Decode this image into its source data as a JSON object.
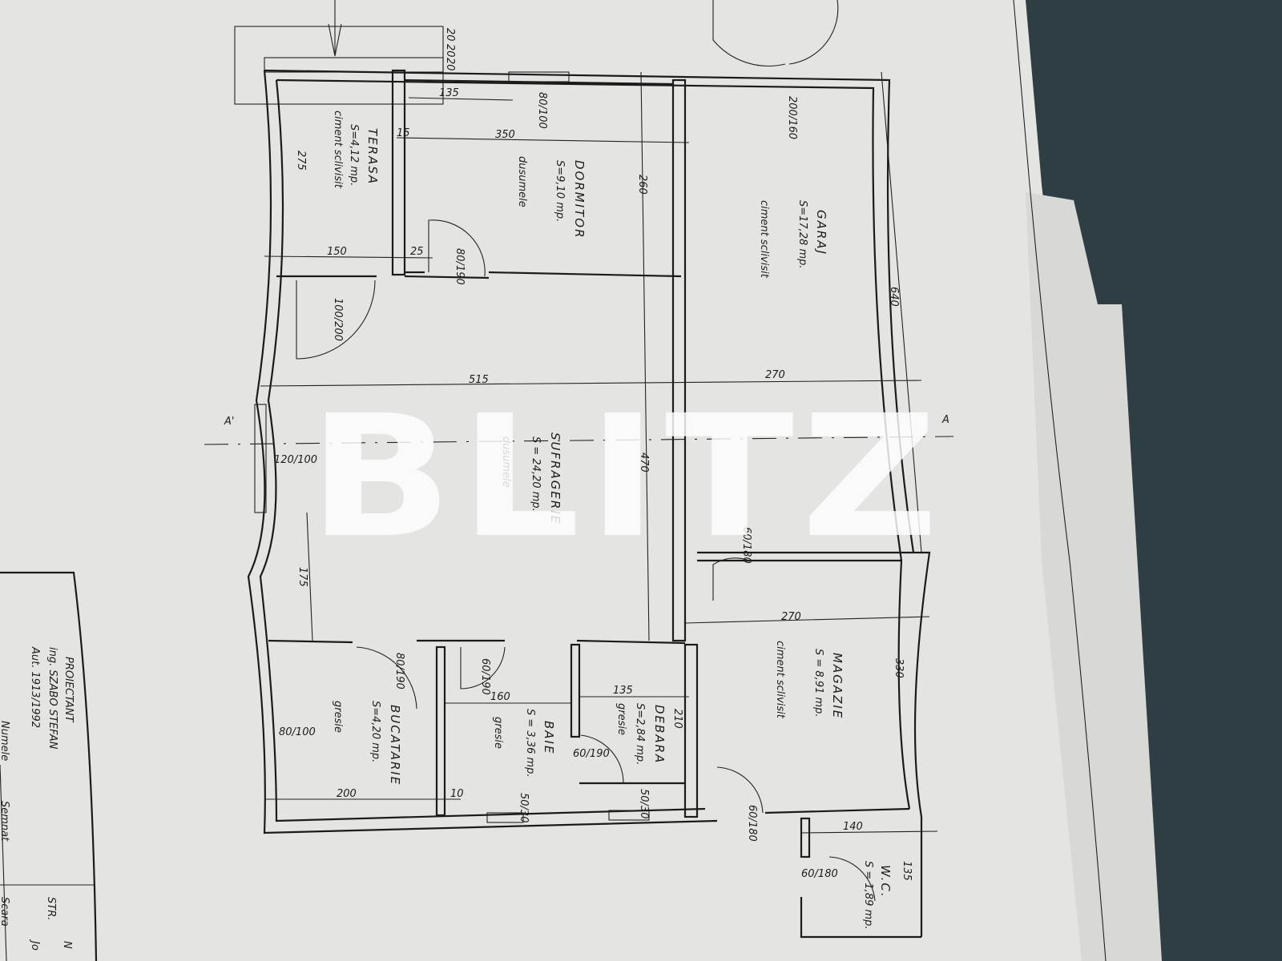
{
  "watermark": "BLITZ",
  "title_block": {
    "heading": "PROIECTANT",
    "name": "ing. SZABO STEFAN",
    "authorization": "Aut. 1913/1992",
    "cell1": "Numele",
    "cell2": "Semnat",
    "cell3": "Scara",
    "cell4": "STR.",
    "cell5": "N",
    "cell6": "Jo"
  },
  "section_marks": {
    "left": "A'",
    "right": "A"
  },
  "rooms": [
    {
      "name": "TERASA",
      "area": "S=4,12 mp.",
      "floor": "ciment sclivisit"
    },
    {
      "name": "DORMITOR",
      "area": "S=9,10 mp.",
      "floor": "dusumele"
    },
    {
      "name": "GARAJ",
      "area": "S=17,28 mp.",
      "floor": "ciment sclivisit"
    },
    {
      "name": "SUFRAGERIE",
      "area": "S = 24,20 mp.",
      "floor": "dusumele"
    },
    {
      "name": "MAGAZIE",
      "area": "S = 8,91 mp.",
      "floor": "ciment sclivisit"
    },
    {
      "name": "BUCATARIE",
      "area": "S=4,20 mp.",
      "floor": "gresie"
    },
    {
      "name": "BAIE",
      "area": "S = 3,36 mp.",
      "floor": "gresie"
    },
    {
      "name": "DEBARA",
      "area": "S=2,84 mp.",
      "floor": "gresie"
    },
    {
      "name": "W.C.",
      "area": "S = 1,89 mp.",
      "floor": ""
    }
  ],
  "dimensions": {
    "d135": "135",
    "d350": "350",
    "d260": "260",
    "d640": "640",
    "d275": "275",
    "d150": "150",
    "d25": "25",
    "d15": "15",
    "d515": "515",
    "d270": "270",
    "d470": "470",
    "d175": "175",
    "d270b": "270",
    "d330": "330",
    "d210": "210",
    "d135b": "135",
    "d160": "160",
    "d200": "200",
    "d10": "10",
    "d140": "140",
    "d135c": "135",
    "d20a": "20",
    "d20b": "20",
    "d20c": "20"
  },
  "openings": {
    "w1": "80/100",
    "door_dorm": "80/190",
    "door_garage": "200/160",
    "door_terasa": "100/200",
    "win_living": "120/100",
    "door_gar2": "60/180",
    "door_kitchen": "80/190",
    "door_bath": "60/190",
    "win_kitchen": "80/100",
    "door_debara": "60/190",
    "win_bath": "50/30",
    "win_debara": "50/30",
    "door_mag": "60/180",
    "door_wc": "60/180"
  }
}
